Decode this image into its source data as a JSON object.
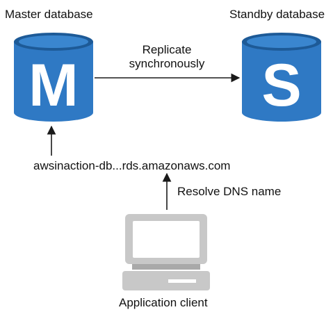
{
  "master": {
    "title": "Master database",
    "letter": "M"
  },
  "standby": {
    "title": "Standby database",
    "letter": "S"
  },
  "replication": {
    "label_line1": "Replicate",
    "label_line2": "synchronously"
  },
  "dns": {
    "endpoint": "awsinaction-db...rds.amazonaws.com",
    "resolve_label": "Resolve DNS name"
  },
  "client": {
    "title": "Application client"
  },
  "colors": {
    "db_blue": "#2f79c4",
    "db_blue_dark": "#1f5f9e",
    "db_top": "#1d5a97",
    "computer_gray": "#c8c8c8",
    "computer_dark": "#a9a9a9",
    "arrow": "#1a1a1a"
  }
}
